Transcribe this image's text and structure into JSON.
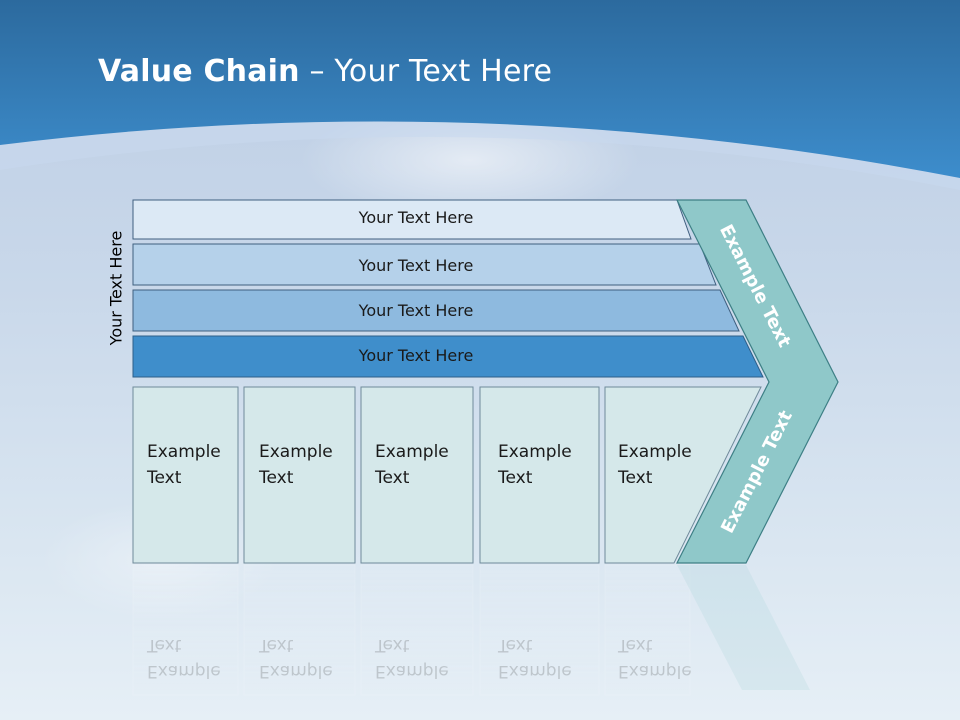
{
  "title": {
    "bold": "Value Chain",
    "rest": " – Your Text Here"
  },
  "side_label": "Your Text Here",
  "rows": [
    {
      "label": "Your Text Here"
    },
    {
      "label": "Your Text Here"
    },
    {
      "label": "Your Text Here"
    },
    {
      "label": "Your Text Here"
    }
  ],
  "boxes": [
    {
      "line1": "Example",
      "line2": "Text"
    },
    {
      "line1": "Example",
      "line2": "Text"
    },
    {
      "line1": "Example",
      "line2": "Text"
    },
    {
      "line1": "Example",
      "line2": "Text"
    },
    {
      "line1": "Example",
      "line2": "Text"
    }
  ],
  "chevron": {
    "top": "Example Text",
    "bottom": "Example Text"
  },
  "colors": {
    "header": "#3a86c4",
    "row1": "#dce9f5",
    "row2": "#b5d1ea",
    "row3": "#8ebadf",
    "row4": "#3f8ecb",
    "box": "#d5e8ea",
    "chevron": "#8fc8c9"
  }
}
